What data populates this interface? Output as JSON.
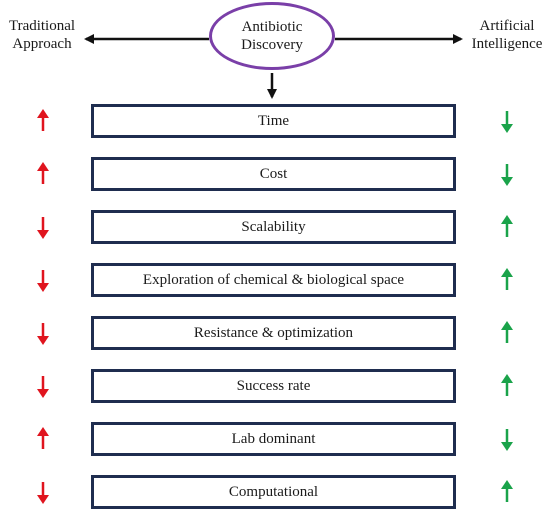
{
  "header": {
    "center_line1": "Antibiotic",
    "center_line2": "Discovery",
    "left_line1": "Traditional",
    "left_line2": "Approach",
    "right_line1": "Artificial",
    "right_line2": "Intelligence"
  },
  "colors": {
    "oval_border": "#7a3fa8",
    "box_border": "#1f2d4f",
    "up_left": "#e0141e",
    "down_left": "#e0141e",
    "up_right": "#1aa34a",
    "down_right": "#1aa34a",
    "connector": "#111111"
  },
  "rows": [
    {
      "label": "Time",
      "traditional": "up",
      "ai": "down"
    },
    {
      "label": "Cost",
      "traditional": "up",
      "ai": "down"
    },
    {
      "label": "Scalability",
      "traditional": "down",
      "ai": "up"
    },
    {
      "label": "Exploration of chemical & biological space",
      "traditional": "down",
      "ai": "up"
    },
    {
      "label": "Resistance & optimization",
      "traditional": "down",
      "ai": "up"
    },
    {
      "label": "Success rate",
      "traditional": "down",
      "ai": "up"
    },
    {
      "label": "Lab dominant",
      "traditional": "up",
      "ai": "down"
    },
    {
      "label": "Computational",
      "traditional": "down",
      "ai": "up"
    }
  ]
}
